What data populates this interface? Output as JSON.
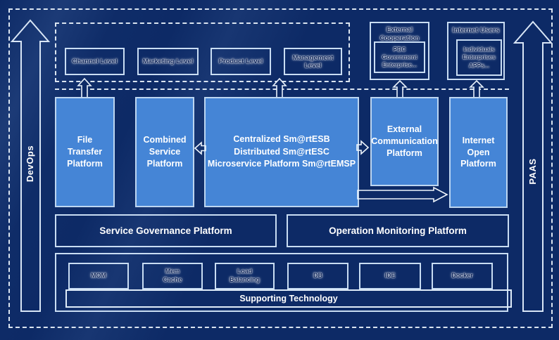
{
  "rails": {
    "left_label": "DevOps",
    "right_label": "PAAS"
  },
  "levels": {
    "channel": "Channel Level",
    "marketing": "Marketing Level",
    "product": "Product Level",
    "management": "Management Level"
  },
  "external_cooperation": {
    "title": "External\nCooperation",
    "members": "PBC Government\nEnterprise..."
  },
  "internet_users": {
    "title": "Internet Users",
    "members": "Individuals\nEnterprises\nAPPs..."
  },
  "platforms": {
    "file_transfer": "File\nTransfer\nPlatform",
    "combined_service": "Combined\nService\nPlatform",
    "esb": "Centralized Sm@rtESB\nDistributed Sm@rtESC\nMicroservice Platform Sm@rtEMSP",
    "external_communication": "External\nCommunication\nPlatform",
    "internet_open": "Internet\nOpen\nPlatform",
    "service_governance": "Service Governance Platform",
    "operation_monitoring": "Operation Monitoring Platform"
  },
  "supporting": {
    "title": "Supporting Technology",
    "items": [
      "MOM",
      "Mem\nCache",
      "Load\nBalancing",
      "DB",
      "IDE",
      "Docker"
    ]
  },
  "colors": {
    "background": "#0d2a66",
    "platform_blue": "#4585d6",
    "light_border": "#c9ddf3",
    "white_text": "#ffffff",
    "glow_text": "#0a2158"
  }
}
